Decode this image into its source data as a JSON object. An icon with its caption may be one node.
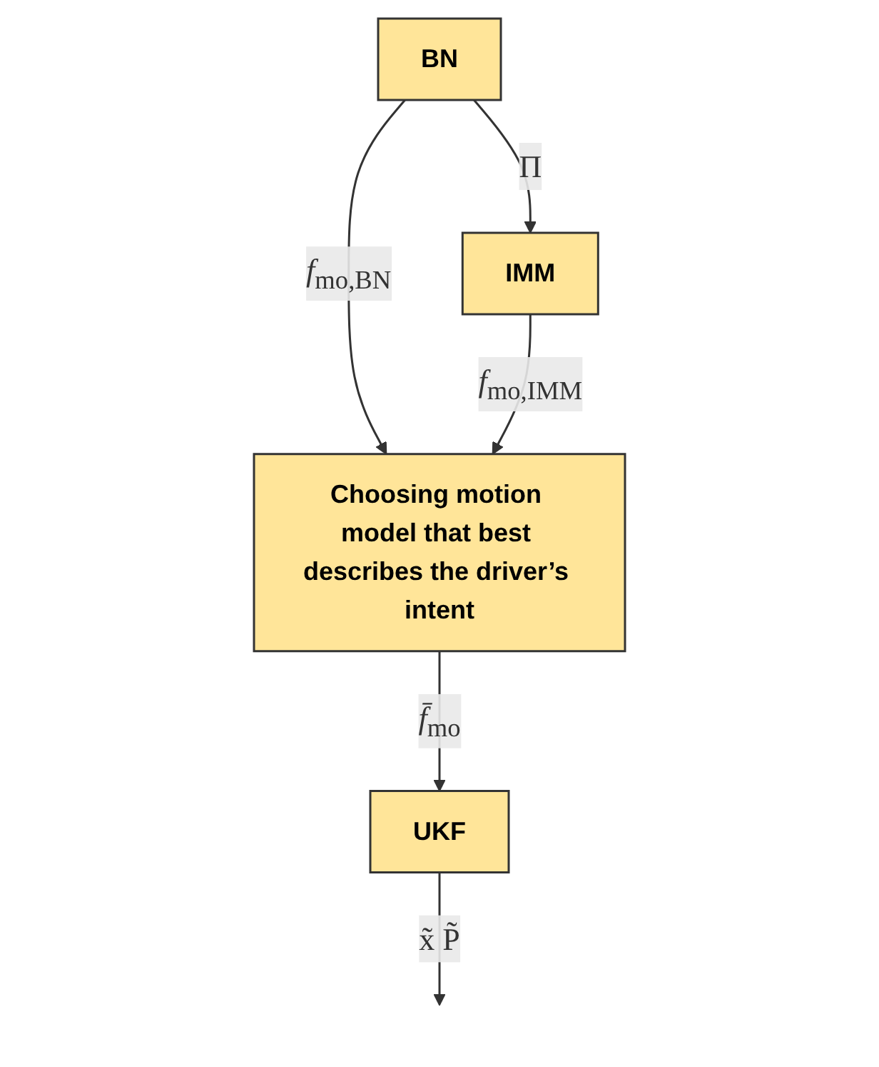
{
  "diagram": {
    "nodes": [
      {
        "text": [
          "BN"
        ]
      },
      {
        "text": [
          "IMM"
        ]
      },
      {
        "text": [
          "Choosing motion model that best describes the driver’s intent"
        ]
      },
      {
        "text": [
          "UKF"
        ]
      }
    ],
    "edges": [
      {
        "from": 0,
        "to": 1,
        "arrow": "to",
        "label": "Π"
      },
      {
        "from": 0,
        "to": 2,
        "arrow": "to",
        "label": "*f*$_{mo,BN}$"
      },
      {
        "from": 1,
        "to": 2,
        "arrow": "to",
        "label": "*f*$_{mo,IMM}$"
      },
      {
        "from": 2,
        "to": 3,
        "arrow": "to",
        "label": "*f̄*$_{mo}$"
      },
      {
        "from": 3,
        "to": null,
        "arrow": "to",
        "label": "x̃ P̃"
      }
    ]
  }
}
